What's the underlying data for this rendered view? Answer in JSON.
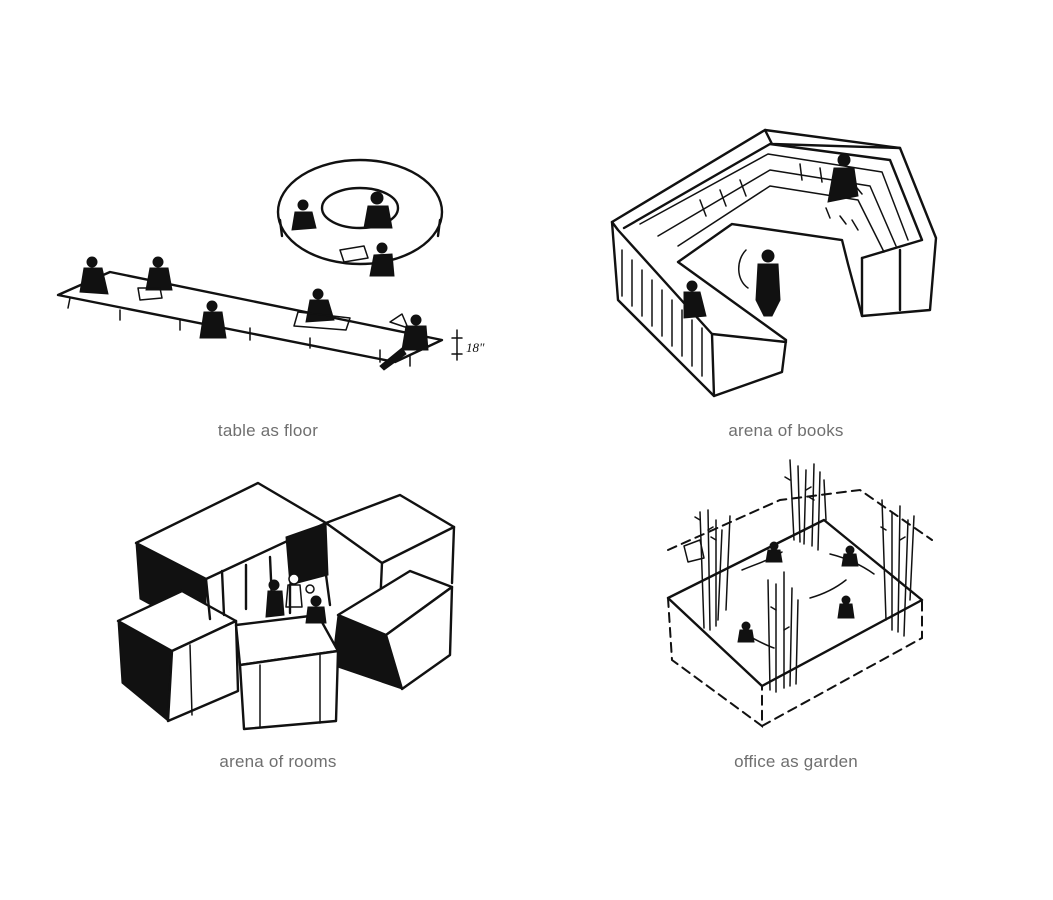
{
  "panels": [
    {
      "caption": "table as floor"
    },
    {
      "caption": "arena of books"
    },
    {
      "caption": "arena of rooms"
    },
    {
      "caption": "office as garden"
    }
  ],
  "annotations": {
    "table_height": "18\""
  }
}
